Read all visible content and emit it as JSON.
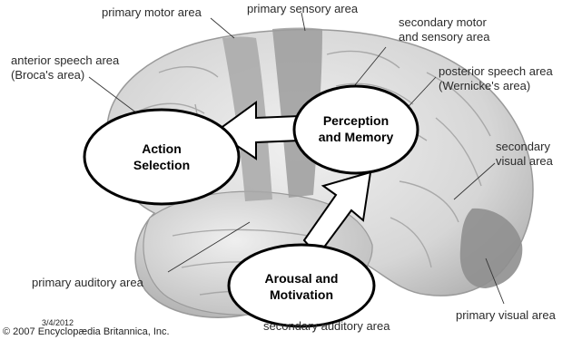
{
  "figure": {
    "labels": {
      "primary_motor": "primary motor area",
      "primary_sensory": "primary sensory area",
      "secondary_motor_line1": "secondary motor",
      "secondary_motor_line2": "and sensory area",
      "anterior_speech_line1": "anterior speech area",
      "anterior_speech_line2": "(Broca's area)",
      "posterior_speech_line1": "posterior speech area",
      "posterior_speech_line2": "(Wernicke's area)",
      "secondary_visual_line1": "secondary",
      "secondary_visual_line2": "visual area",
      "primary_auditory": "primary auditory area",
      "secondary_auditory": "secondary auditory area",
      "primary_visual": "primary visual area"
    },
    "ovals": {
      "action_line1": "Action",
      "action_line2": "Selection",
      "perception_line1": "Perception",
      "perception_line2": "and Memory",
      "arousal_line1": "Arousal and",
      "arousal_line2": "Motivation"
    },
    "copyright": "© 2007 Encyclopædia Britannica, Inc.",
    "date": "3/4/2012"
  },
  "colors": {
    "brain_light": "#e2e2e2",
    "brain_mid": "#c4c4c4",
    "highlight_region": "#9a9a9a",
    "oval_fill": "#ffffff",
    "oval_stroke": "#000000"
  }
}
